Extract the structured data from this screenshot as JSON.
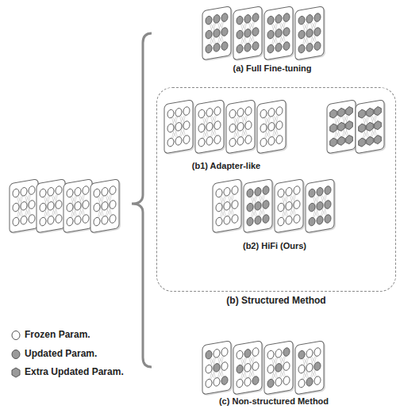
{
  "diagram": {
    "nodes": [
      {
        "text": [
          "(b) Structured Method"
        ]
      }
    ],
    "labels": [
      "(a) Full Fine-tuning",
      "(b1) Adapter-like",
      "(b2) HiFi (Ours)",
      "(c) Non-structured Method"
    ],
    "legend": [
      {
        "text": "Frozen Param.",
        "color": "#ffffff"
      },
      {
        "text": "Updated Param.",
        "color": "#9a9a9a"
      },
      {
        "text": "Extra Updated Param."
      }
    ]
  }
}
